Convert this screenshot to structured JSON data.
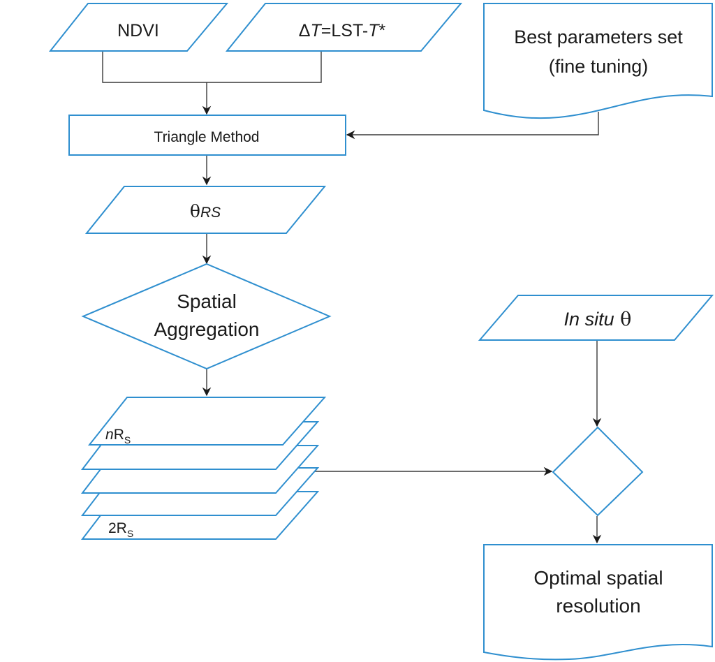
{
  "nodes": {
    "ndvi": {
      "label": "NDVI"
    },
    "delta_t": {
      "prefix": "Δ",
      "t1": "T",
      "mid": "=LST-",
      "t2": "T",
      "star": "*"
    },
    "best_params": {
      "line1": "Best parameters set",
      "line2": "(fine tuning)"
    },
    "triangle_method": {
      "label": "Triangle Method"
    },
    "theta_rs": {
      "symbol": "θ",
      "sub": "RS"
    },
    "spatial_aggregation": {
      "line1": "Spatial",
      "line2": "Aggregation"
    },
    "stack_top": {
      "italic": "n",
      "base": "R",
      "sub": "S"
    },
    "stack_bottom": {
      "base": "2R",
      "sub": "S"
    },
    "in_situ": {
      "italic": "In situ",
      "symbol": " θ"
    },
    "comparison": {
      "label": ""
    },
    "optimal": {
      "line1": "Optimal spatial",
      "line2": "resolution"
    }
  },
  "colors": {
    "shape_stroke": "#2f8fcf",
    "shape_fill": "#ffffff",
    "connector": "#3a3a3a",
    "text": "#1a1a1a"
  }
}
